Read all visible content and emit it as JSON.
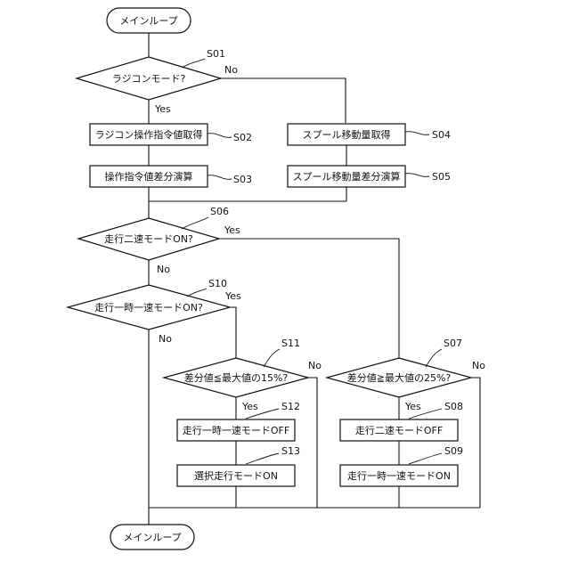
{
  "nodes": {
    "start": "メインループ",
    "d_radicon": "ラジコンモード?",
    "p_s02": "ラジコン操作指令値取得",
    "p_s03": "操作指令値差分演算",
    "p_s04": "スプール移動量取得",
    "p_s05": "スプール移動量差分演算",
    "d_s06": "走行二速モードON?",
    "d_s10": "走行一時一速モードON?",
    "d_s11": "差分値≦最大値の15%?",
    "d_s07": "差分値≧最大値の25%?",
    "p_s12": "走行一時一速モードOFF",
    "p_s13": "選択走行モードON",
    "p_s08": "走行二速モードOFF",
    "p_s09": "走行一時一速モードON",
    "end": "メインループ"
  },
  "steps": {
    "s01": "S01",
    "s02": "S02",
    "s03": "S03",
    "s04": "S04",
    "s05": "S05",
    "s06": "S06",
    "s07": "S07",
    "s08": "S08",
    "s09": "S09",
    "s10": "S10",
    "s11": "S11",
    "s12": "S12",
    "s13": "S13"
  },
  "edges": {
    "s01_yes": "Yes",
    "s01_no": "No",
    "s06_yes": "Yes",
    "s06_no": "No",
    "s10_yes": "Yes",
    "s10_no": "No",
    "s11_yes": "Yes",
    "s11_no": "No",
    "s07_yes": "Yes",
    "s07_no": "No"
  }
}
